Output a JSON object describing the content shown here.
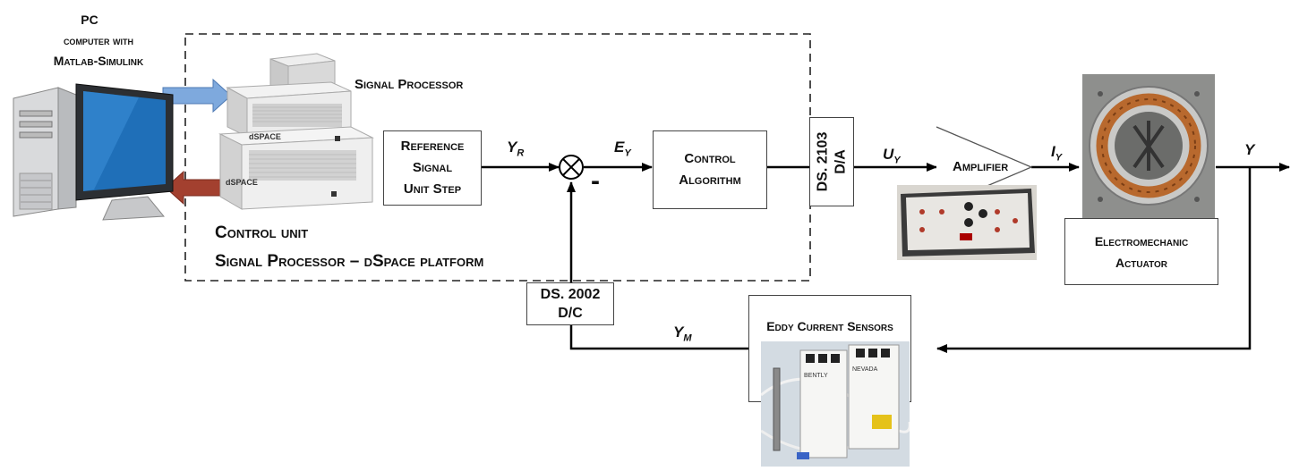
{
  "pc": {
    "title": "PC",
    "line1": "computer with",
    "line2": "Matlab-Simulink"
  },
  "signal_processor_label": "Signal Processor",
  "dspace_brand": "dSPACE",
  "control_unit": {
    "line1": "Control unit",
    "line2": "Signal Processor – dSpace platform"
  },
  "blocks": {
    "reference": [
      "Reference",
      "Signal",
      "Unit Step"
    ],
    "control_algorithm": [
      "Control",
      "Algorithm"
    ],
    "da_converter": [
      "DS. 2103",
      "D/A"
    ],
    "dc_converter": [
      "DS. 2002",
      "D/C"
    ],
    "amplifier": "Amplifier",
    "actuator": [
      "Electromechanic",
      "Actuator"
    ],
    "sensors": "Eddy Current Sensors"
  },
  "signals": {
    "yr": {
      "main": "Y",
      "sub": "R"
    },
    "ey": {
      "main": "E",
      "sub": "Y"
    },
    "uy": {
      "main": "U",
      "sub": "Y"
    },
    "iy": {
      "main": "I",
      "sub": "Y"
    },
    "y": {
      "main": "Y",
      "sub": ""
    },
    "ym": {
      "main": "Y",
      "sub": "M"
    },
    "minus": "-"
  },
  "sensor_labels": [
    "BENTLY",
    "NEVADA"
  ],
  "colors": {
    "wire": "#000000",
    "arrow_blue": "#6f9fd8",
    "arrow_red": "#9b3a2b",
    "monitor_screen": "#1f6fb8",
    "coil": "#b8692e"
  }
}
